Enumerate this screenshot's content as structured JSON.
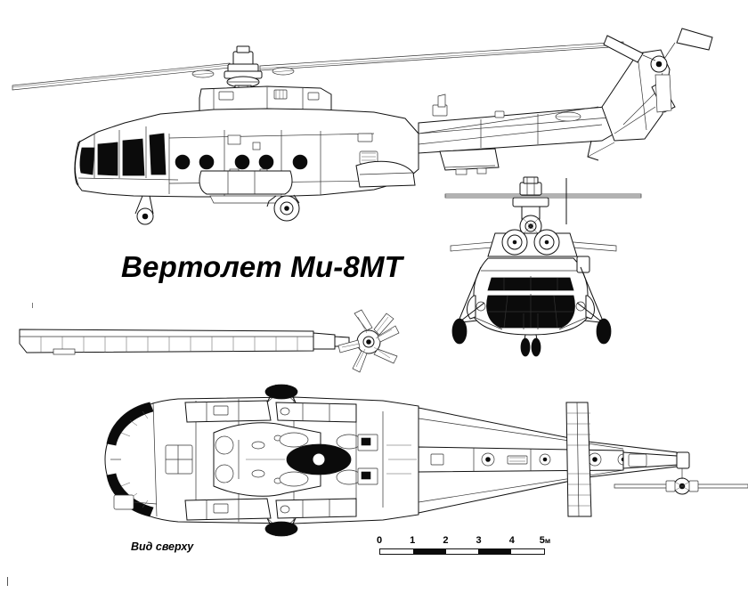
{
  "document": {
    "title": "Вертолет Ми-8МТ",
    "subject": "Mi-8MT helicopter three-view technical drawing",
    "background_color": "#ffffff",
    "line_color": "#111111"
  },
  "labels": {
    "main_title": "Вертолет Ми-8МТ",
    "top_view_caption": "Вид сверху"
  },
  "scale_bar": {
    "ticks": [
      "0",
      "1",
      "2",
      "3",
      "4",
      "5"
    ],
    "unit": "м",
    "last_label": "5м",
    "segments": 5,
    "filled_segments": [
      1,
      3
    ],
    "total_meters": 5
  },
  "views": [
    {
      "name": "side-view",
      "label": "side profile, nose left, tail right"
    },
    {
      "name": "front-view",
      "label": "front elevation"
    },
    {
      "name": "rotor-blade-detail",
      "label": "main rotor blade and hub detail"
    },
    {
      "name": "top-view",
      "label": "plan view from above"
    }
  ],
  "chart_data": {
    "type": "table",
    "title": "Вертолет Ми-8МТ",
    "categories": [
      "0",
      "1",
      "2",
      "3",
      "4",
      "5"
    ],
    "values": [
      0,
      1,
      2,
      3,
      4,
      5
    ],
    "xlabel": "м",
    "ylabel": "",
    "ylim": [
      0,
      5
    ]
  }
}
